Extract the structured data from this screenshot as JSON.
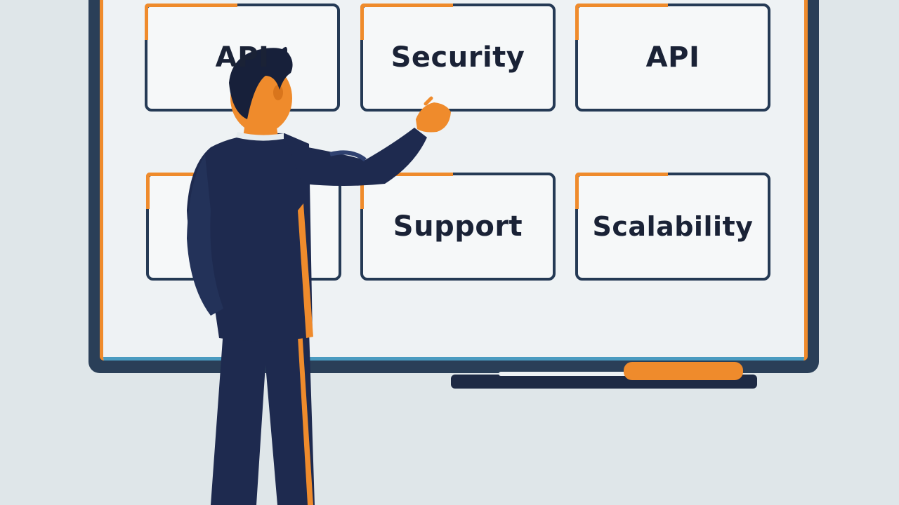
{
  "cards": [
    {
      "label": "API"
    },
    {
      "label": "Security"
    },
    {
      "label": "API"
    },
    {
      "label": ""
    },
    {
      "label": "Support"
    },
    {
      "label": "Scalability"
    }
  ],
  "colors": {
    "background": "#dfe6e9",
    "board_frame": "#2a3f58",
    "board_surface": "#eef2f4",
    "accent_orange": "#ef8b2c",
    "suit_navy": "#1e2a4f",
    "text_dark": "#1a2236"
  },
  "illustration": {
    "subject": "businessman in navy suit pointing at whiteboard cards"
  }
}
